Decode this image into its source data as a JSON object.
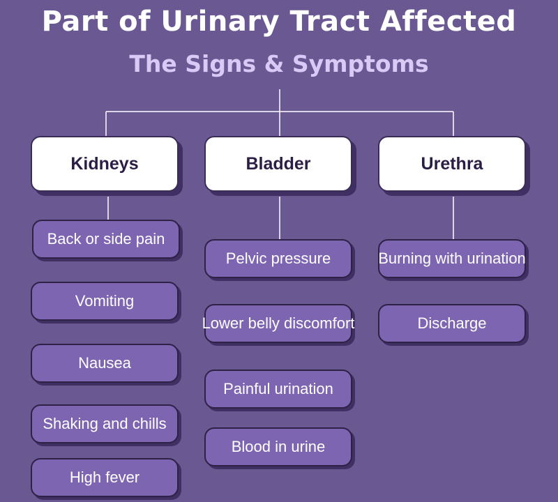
{
  "title": "Part of Urinary Tract Affected",
  "subtitle": "The Signs & Symptoms",
  "colors": {
    "background": "#6a5893",
    "subtitle": "#d9c9f7",
    "category_box": "#ffffff",
    "symptom_box": "#7d65b1",
    "connector": "#ffffff"
  },
  "categories": [
    {
      "name": "Kidneys",
      "symptoms": [
        "Back or side pain",
        "Vomiting",
        "Nausea",
        "Shaking and chills",
        "High fever"
      ]
    },
    {
      "name": "Bladder",
      "symptoms": [
        "Pelvic pressure",
        "Lower belly discomfort",
        "Painful urination",
        "Blood in urine"
      ]
    },
    {
      "name": "Urethra",
      "symptoms": [
        "Burning with urination",
        "Discharge"
      ]
    }
  ]
}
